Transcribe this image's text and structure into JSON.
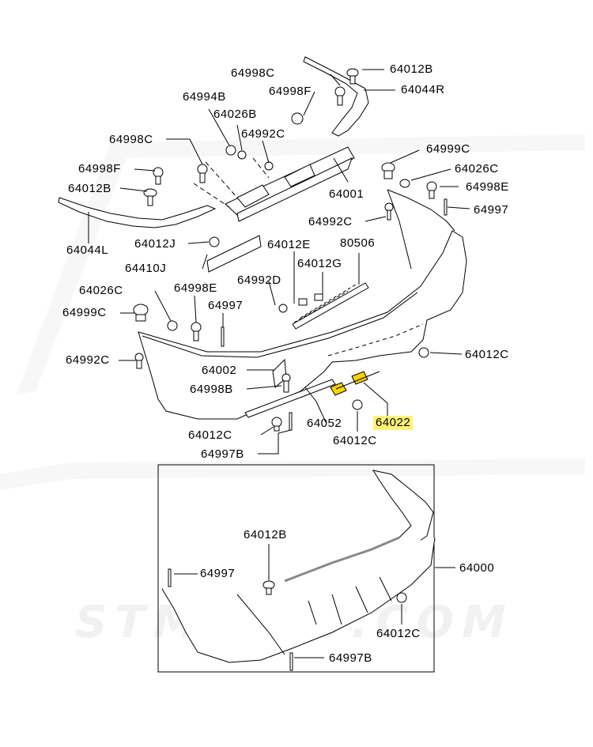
{
  "diagram": {
    "watermark": "STMITSU.COM",
    "part_labels": [
      "64012B",
      "64998C",
      "64044R",
      "64994B",
      "64998F",
      "64026B",
      "64992C",
      "64998C",
      "64998F",
      "64012B",
      "64001",
      "64044L",
      "64999C",
      "64026C",
      "64998E",
      "64997",
      "64992C",
      "64012J",
      "64410J",
      "64012E",
      "80506",
      "64012G",
      "64992D",
      "64026C",
      "64998E",
      "64997",
      "64999C",
      "64992C",
      "64012C",
      "64002",
      "64998B",
      "64052",
      "64022",
      "64012C",
      "64012C",
      "64997B",
      "64012B",
      "64997",
      "64000",
      "64012C",
      "64997B"
    ],
    "highlighted_part": "64022",
    "colors": {
      "line": "#000000",
      "highlight": "#fff27a",
      "part_fill": "#ffffff",
      "hatch": "#888888"
    }
  }
}
